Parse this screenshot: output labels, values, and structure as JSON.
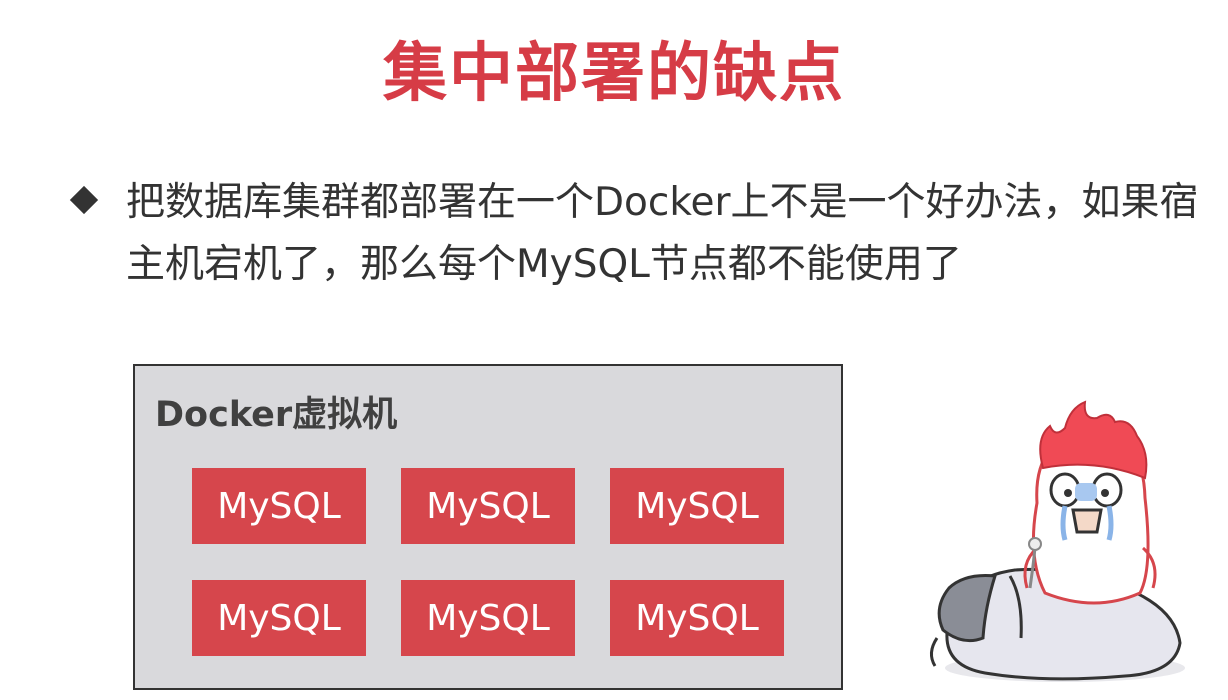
{
  "slide": {
    "title": "集中部署的缺点",
    "bullet": "把数据库集群都部署在一个Docker上不是一个好办法，如果宿主机宕机了，那么每个MySQL节点都不能使用了"
  },
  "diagram": {
    "container_label": "Docker虚拟机",
    "nodes": [
      "MySQL",
      "MySQL",
      "MySQL",
      "MySQL",
      "MySQL",
      "MySQL"
    ]
  },
  "colors": {
    "accent": "#d63c46",
    "node": "#d6464c",
    "container": "#d9d9dc",
    "text": "#333333"
  },
  "illustration": {
    "icon": "crying-mascot-icon"
  }
}
